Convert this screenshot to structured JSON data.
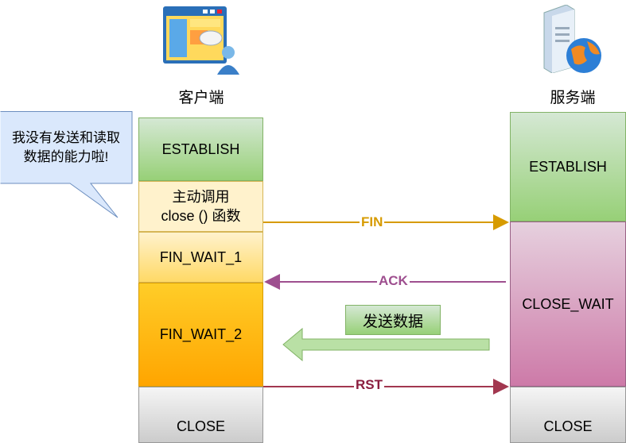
{
  "client": {
    "label": "客户端",
    "icon": "client-monitor-user-icon"
  },
  "server": {
    "label": "服务端",
    "icon": "server-globe-icon"
  },
  "client_states": {
    "establish": "ESTABLISH",
    "call_close_line1": "主动调用",
    "call_close_line2": "close () 函数",
    "fin_wait_1": "FIN_WAIT_1",
    "fin_wait_2": "FIN_WAIT_2",
    "close": "CLOSE"
  },
  "server_states": {
    "establish": "ESTABLISH",
    "close_wait": "CLOSE_WAIT",
    "close": "CLOSE"
  },
  "messages": {
    "fin": "FIN",
    "ack": "ACK",
    "send_data": "发送数据",
    "rst": "RST"
  },
  "callout": {
    "line1": "我没有发送和读取",
    "line2": "数据的能力啦!"
  },
  "colors": {
    "fin": "#d79b00",
    "ack": "#9e4f8f",
    "rst": "#a2374f",
    "send_arrow": "#b9e0a5"
  }
}
